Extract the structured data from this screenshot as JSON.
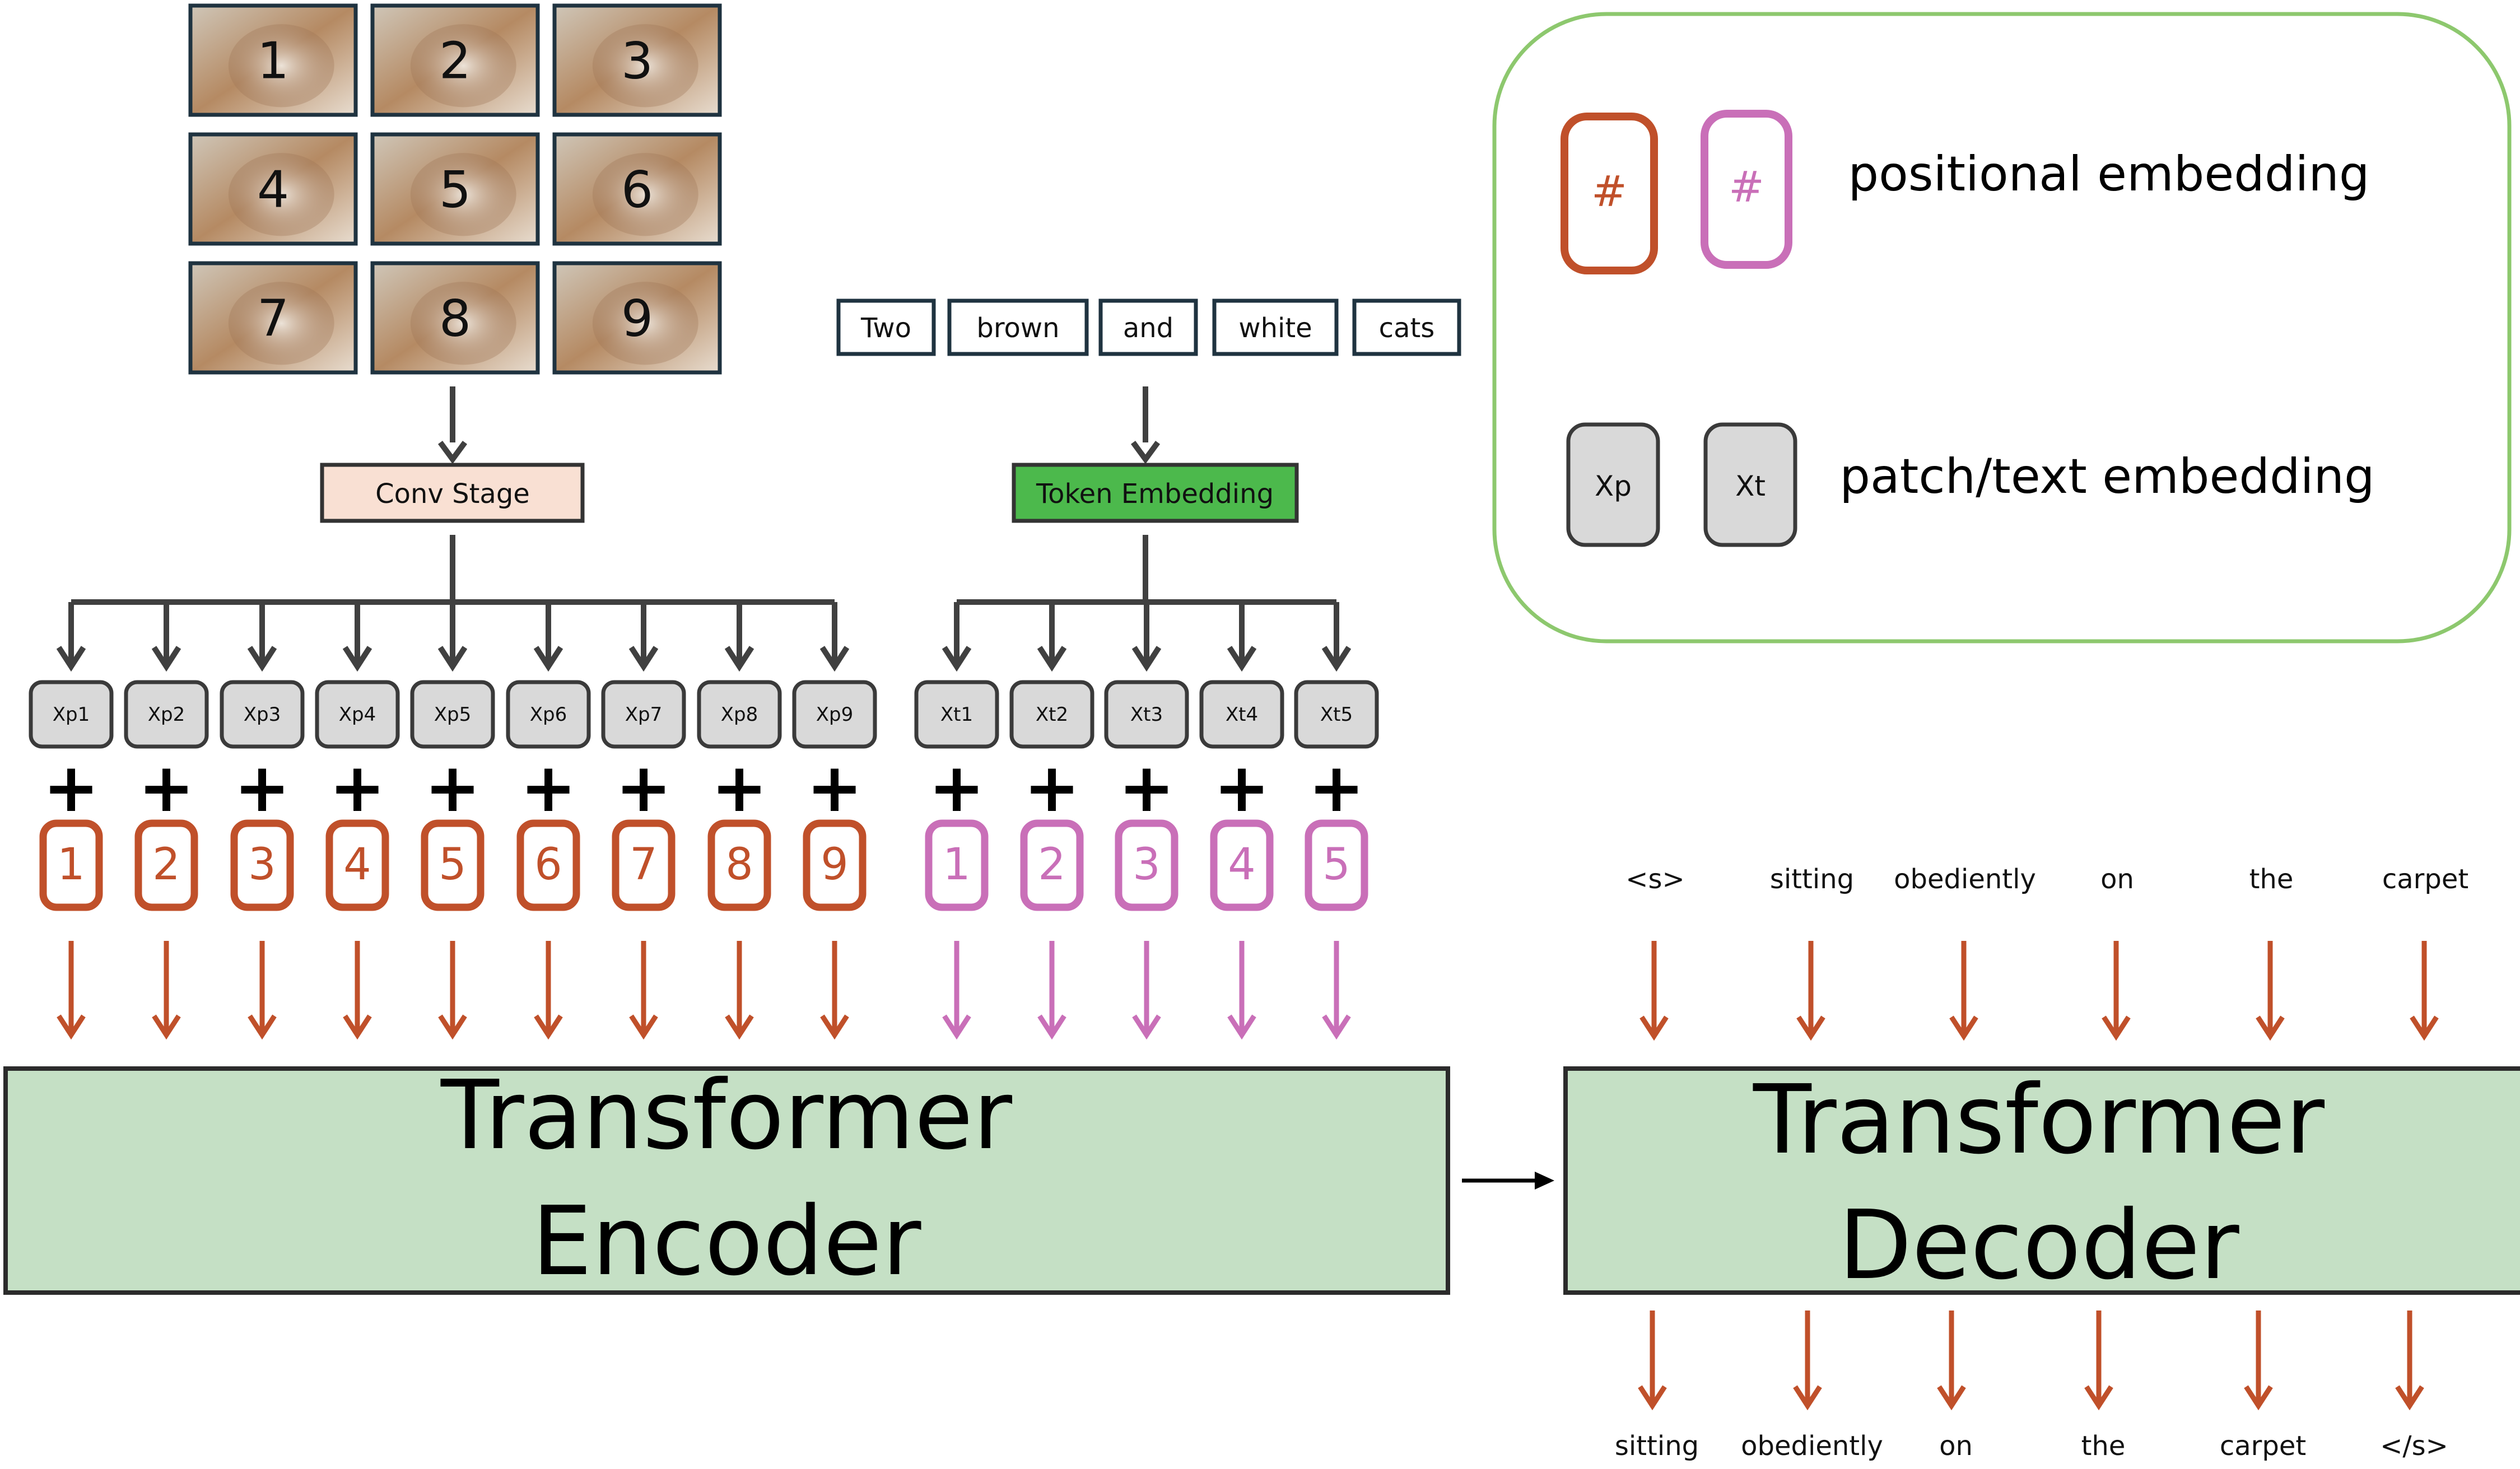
{
  "colors": {
    "orange": "#C0502A",
    "pink": "#C96FB8",
    "connector": "#404040",
    "patch_bg": "#D9D9D9",
    "patch_border": "#3A3A3A",
    "transformer_bg": "#C5E0C5",
    "conv_bg": "#F9E0D3",
    "token_bg": "#4CB94C",
    "legend_border": "#8DC86E"
  },
  "image_patches": [
    "1",
    "2",
    "3",
    "4",
    "5",
    "6",
    "7",
    "8",
    "9"
  ],
  "caption_words": [
    "Two",
    "brown",
    "and",
    "white",
    "cats"
  ],
  "conv_stage": "Conv Stage",
  "token_embedding": "Token Embedding",
  "patch_embeddings": [
    "Xp1",
    "Xp2",
    "Xp3",
    "Xp4",
    "Xp5",
    "Xp6",
    "Xp7",
    "Xp8",
    "Xp9"
  ],
  "text_embeddings": [
    "Xt1",
    "Xt2",
    "Xt3",
    "Xt4",
    "Xt5"
  ],
  "plus_sign": "+",
  "patch_positions": [
    "1",
    "2",
    "3",
    "4",
    "5",
    "6",
    "7",
    "8",
    "9"
  ],
  "text_positions": [
    "1",
    "2",
    "3",
    "4",
    "5"
  ],
  "encoder": {
    "line1": "Transformer",
    "line2": "Encoder"
  },
  "decoder": {
    "line1": "Transformer",
    "line2": "Decoder"
  },
  "decoder_inputs": [
    "<s>",
    "sitting",
    "obediently",
    "on",
    "the",
    "carpet"
  ],
  "decoder_outputs": [
    "sitting",
    "obediently",
    "on",
    "the",
    "carpet",
    "</s>"
  ],
  "legend": {
    "pos_symbol": "#",
    "pos_label": "positional embedding",
    "patch_label": "Xp",
    "text_label": "Xt",
    "embed_label": "patch/text embedding"
  }
}
